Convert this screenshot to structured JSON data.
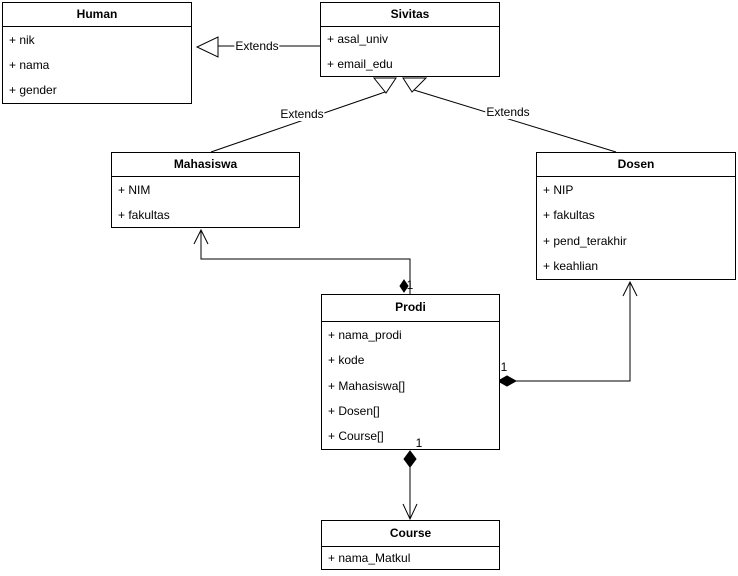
{
  "diagram": {
    "classes": [
      {
        "name": "Human",
        "attributes": [
          "+ nik",
          "+ nama",
          "+ gender"
        ]
      },
      {
        "name": "Sivitas",
        "attributes": [
          "+ asal_univ",
          "+ email_edu"
        ]
      },
      {
        "name": "Mahasiswa",
        "attributes": [
          "+ NIM",
          "+ fakultas"
        ]
      },
      {
        "name": "Dosen",
        "attributes": [
          "+ NIP",
          "+ fakultas",
          "+ pend_terakhir",
          "+ keahlian"
        ]
      },
      {
        "name": "Prodi",
        "attributes": [
          "+ nama_prodi",
          "+ kode",
          "+ Mahasiswa[]",
          "+ Dosen[]",
          "+ Course[]"
        ]
      },
      {
        "name": "Course",
        "attributes": [
          "+ nama_Matkul"
        ]
      }
    ],
    "edges": {
      "sivitas_extends_human_label": "Extends",
      "mahasiswa_extends_sivitas_label": "Extends",
      "dosen_extends_sivitas_label": "Extends",
      "prodi_mahasiswa_multiplicity": "1",
      "prodi_dosen_multiplicity": "1",
      "prodi_course_multiplicity": "1"
    },
    "colors": {
      "stroke": "#000000",
      "background": "#ffffff"
    }
  }
}
